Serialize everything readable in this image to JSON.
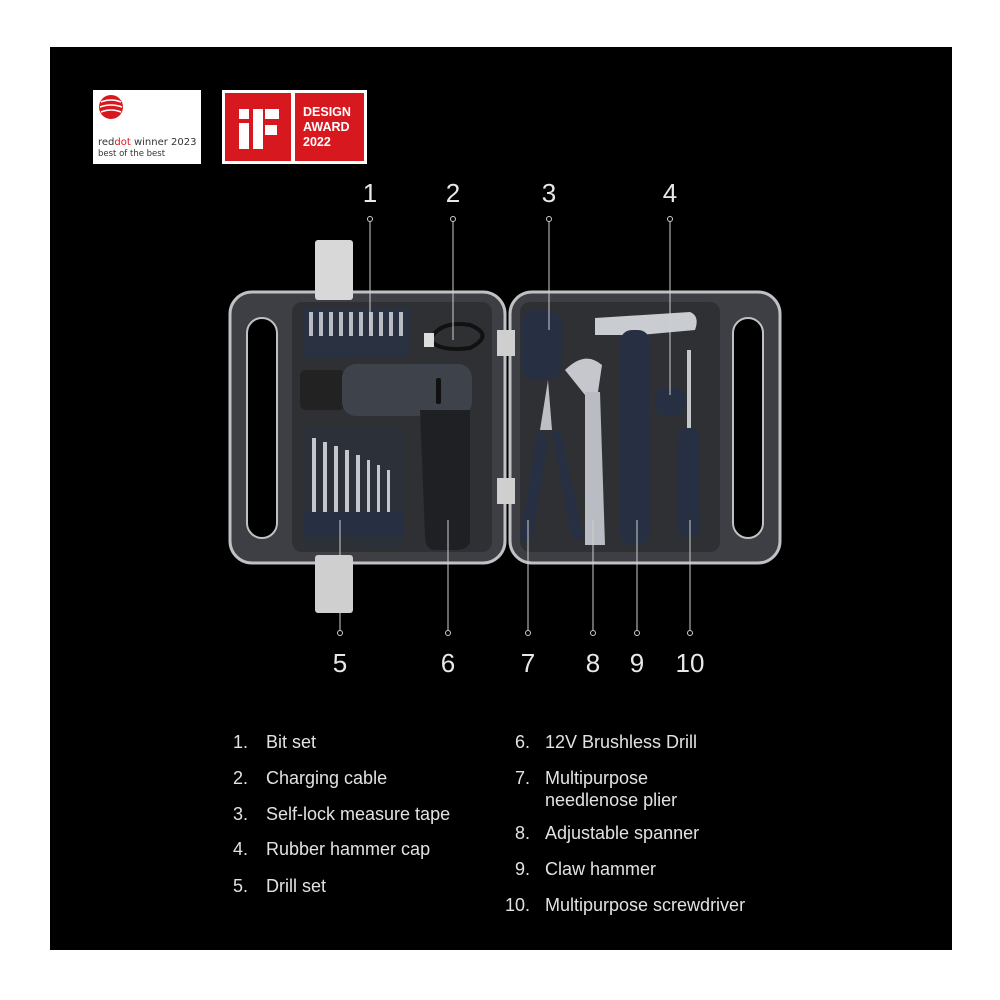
{
  "awards": {
    "reddot": {
      "brand_red": "red",
      "brand_dot": "dot",
      "line1_rest": " winner 2023",
      "line2": "best of the best"
    },
    "if": {
      "logo": "iF",
      "line1": "DESIGN",
      "line2": "AWARD",
      "line3": "2022"
    }
  },
  "colors": {
    "background": "#000000",
    "award_red": "#d7191f",
    "case": "#3a3c40",
    "text": "#e2e2e2"
  },
  "callouts": [
    "1",
    "2",
    "3",
    "4",
    "5",
    "6",
    "7",
    "8",
    "9",
    "10"
  ],
  "legend": {
    "left": [
      {
        "num": "1.",
        "label": "Bit set"
      },
      {
        "num": "2.",
        "label": "Charging cable"
      },
      {
        "num": "3.",
        "label": "Self-lock measure tape"
      },
      {
        "num": "4.",
        "label": "Rubber hammer cap"
      },
      {
        "num": "5.",
        "label": "Drill set"
      }
    ],
    "right": [
      {
        "num": "6.",
        "label": "12V Brushless Drill"
      },
      {
        "num": "7.",
        "label": "Multipurpose",
        "label2": "needlenose plier"
      },
      {
        "num": "8.",
        "label": "Adjustable spanner"
      },
      {
        "num": "9.",
        "label": "Claw hammer"
      },
      {
        "num": "10.",
        "label": "Multipurpose screwdriver"
      }
    ]
  }
}
